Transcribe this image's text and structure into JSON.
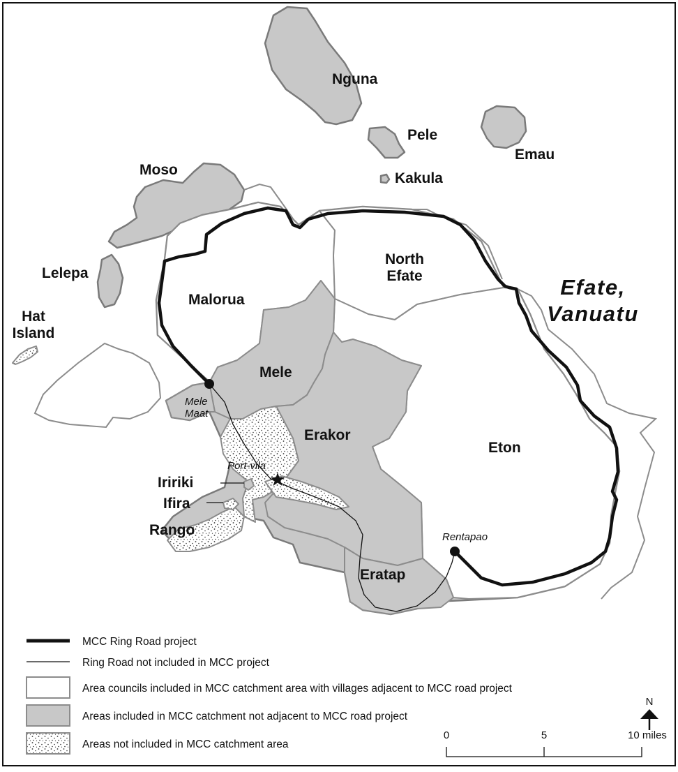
{
  "map": {
    "title_line1": "Efate,",
    "title_line2": "Vanuatu",
    "islands": {
      "nguna": "Nguna",
      "pele": "Pele",
      "emau": "Emau",
      "kakula": "Kakula",
      "moso": "Moso",
      "lelepa": "Lelepa",
      "hat_island_line1": "Hat",
      "hat_island_line2": "Island",
      "iririki": "Iririki",
      "ifira": "Ifira",
      "rango": "Rango"
    },
    "councils": {
      "north_efate_line1": "North",
      "north_efate_line2": "Efate",
      "malorua": "Malorua",
      "mele": "Mele",
      "erakor": "Erakor",
      "eton": "Eton",
      "eratap": "Eratap"
    },
    "towns": {
      "mele_maat_line1": "Mele",
      "mele_maat_line2": "Maat",
      "port_vila": "Port-vila",
      "rentapao": "Rentapao"
    },
    "colors": {
      "land_grey": "#c8c8c8",
      "outline_grey": "#8c8c8c",
      "road_black": "#111111"
    }
  },
  "legend": {
    "items": [
      {
        "symbol": "thick-line",
        "label": "MCC Ring Road project"
      },
      {
        "symbol": "thin-line",
        "label": "Ring Road not included in MCC project"
      },
      {
        "symbol": "white-box",
        "label": "Area councils included in MCC catchment area with villages adjacent to MCC road project"
      },
      {
        "symbol": "grey-box",
        "label": "Areas included in MCC catchment not adjacent to MCC road project"
      },
      {
        "symbol": "stipple-box",
        "label": "Areas not included in MCC catchment area"
      }
    ]
  },
  "north_arrow": {
    "label": "N"
  },
  "scale_bar": {
    "tick_0": "0",
    "tick_5": "5",
    "tick_10": "10 miles"
  }
}
